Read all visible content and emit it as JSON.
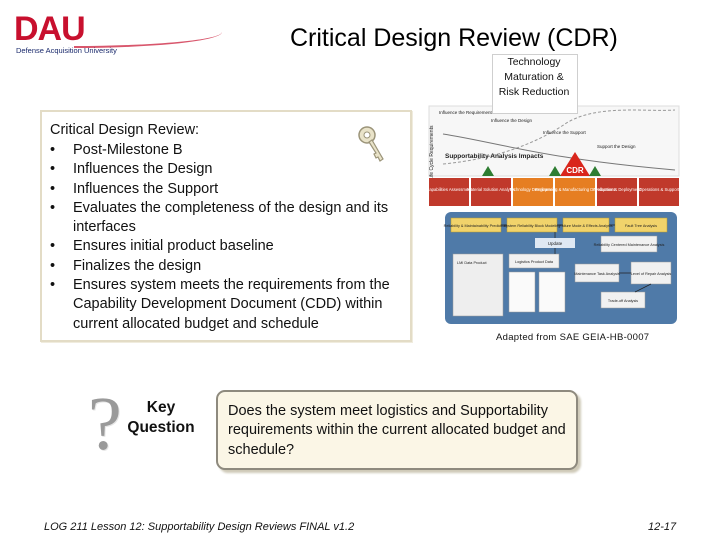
{
  "logo": {
    "mark": "DAU",
    "tagline": "Defense Acquisition University"
  },
  "title": "Critical Design Review (CDR)",
  "panel": {
    "heading": "Critical Design Review:",
    "bullets": [
      "Post-Milestone B",
      "Influences the Design",
      "Influences the Support",
      "Evaluates the completeness of the design and its interfaces",
      "Ensures initial product baseline",
      "Finalizes the design",
      "Ensures system meets the requirements from the Capability Development Document (CDD) within current allocated budget and schedule"
    ]
  },
  "diagram": {
    "tech_label": "Technology Maturation & Risk Reduction",
    "side_label": "Life Cycle Requirements",
    "influence_requirements": "Influence the Requirements",
    "influence_design": "Influence the Design",
    "influence_support": "Influence the Support",
    "support_design": "Support the Design",
    "impacts": "Supportability Analysis Impacts",
    "cdr_badge": "CDR",
    "phases": [
      "Capabilities Assessment",
      "Material Solution Analysis",
      "Technology Development",
      "Engineering & Manufacturing Development",
      "Production & Deployment",
      "Operations & Support"
    ],
    "boxes": {
      "reliability": "Reliability & Maintainability Predictions",
      "tailoring": "System Reliability Block Modeling",
      "fmeca": "Failure Mode & Effects Analysis",
      "fault_tree": "Fault Tree Analysis",
      "update": "Update",
      "rcm": "Reliability Centered Maintenance Analysis",
      "logistics": "Logistics Product Data",
      "tsd": "Maintenance Task Analysis",
      "lora": "Level of Repair Analysis",
      "tradeoff": "Trade-off Analysis",
      "lmi": "LMI Data Product"
    },
    "credit": "Adapted from SAE GEIA-HB-0007",
    "colors": {
      "phase_red": "#c0392b",
      "phase_orange": "#e67e22",
      "phase_blue": "#3e5f8a",
      "box_yellow": "#f1d36b",
      "cdr_red": "#d9261c"
    }
  },
  "key": {
    "label": "Key Question",
    "question": "Does the system meet logistics and Supportability requirements within the current allocated budget and schedule?"
  },
  "footer": {
    "left": "LOG 211 Lesson 12: Supportability Design Reviews FINAL v1.2",
    "right": "12-17"
  }
}
